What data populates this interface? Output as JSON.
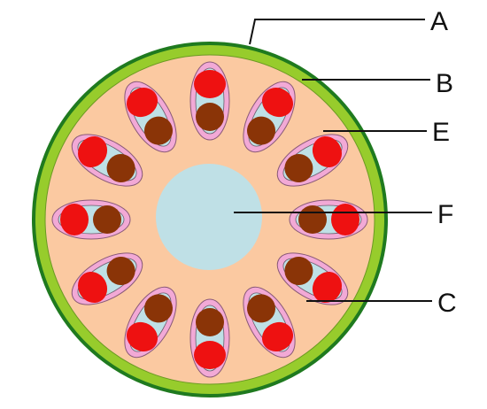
{
  "colors": {
    "epidermis": "#97cc2c",
    "outline": "#1f7a1f",
    "ground_tissue": "#fbc9a1",
    "pith": "#bfe0e6",
    "bundle_sheath": "#f2a9d6",
    "bundle_inner": "#bfe0e6",
    "xylem_or_phloem_red": "#ee1111",
    "xylem_or_phloem_brown": "#8a3407",
    "leader_line": "#111111"
  },
  "labels": {
    "A": "A",
    "B": "B",
    "C": "C",
    "E": "E",
    "F": "F"
  },
  "bundle_count": 12
}
